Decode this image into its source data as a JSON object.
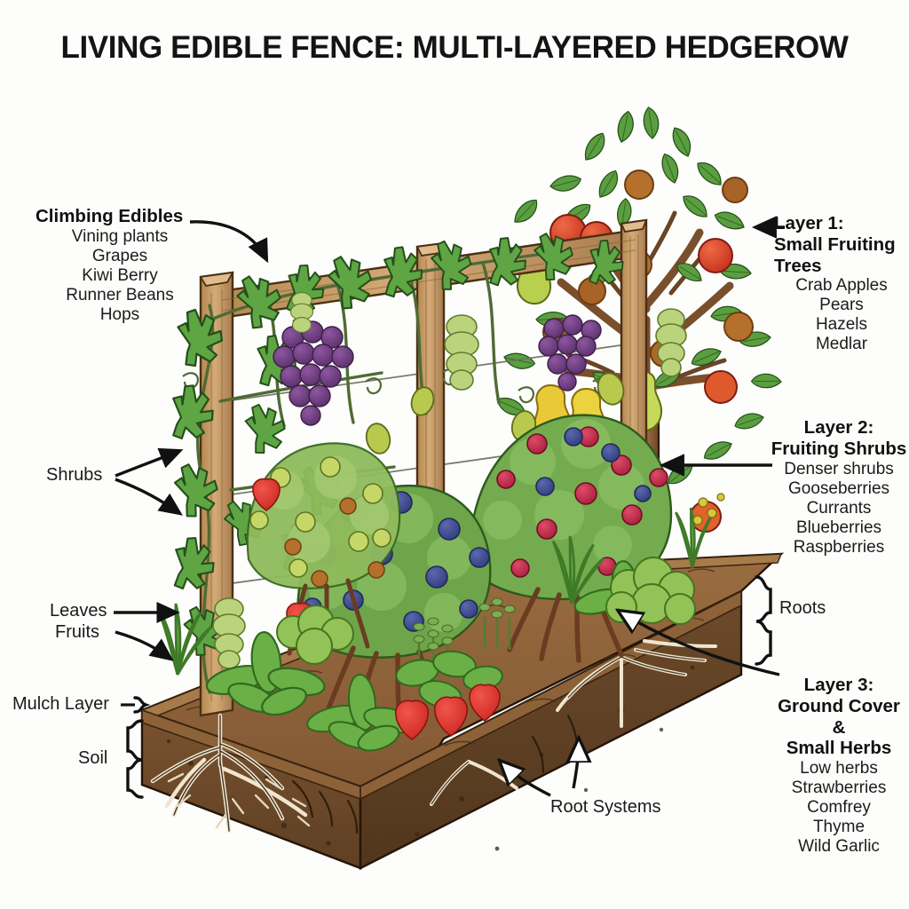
{
  "title": "LIVING EDIBLE FENCE: MULTI-LAYERED HEDGEROW",
  "palette": {
    "background": "#fdfdfb",
    "ink": "#141414",
    "soil": "#7a5230",
    "soil_front": "#6b4627",
    "soil_side": "#5c3b21",
    "mulch": "#8d6239",
    "mulch_light": "#a97c4c",
    "post_wood": "#c49a6c",
    "post_wood_dark": "#a87c4e",
    "leaf_green": "#5a9e3f",
    "leaf_dark": "#3c7a2a",
    "leaf_light": "#8cc26a",
    "grape_purple": "#6b3a7a",
    "hops_green": "#b6cf7a",
    "apple_red": "#d6402c",
    "pear_yellow": "#e8c93a",
    "pear_green": "#b9cf4e",
    "hazel_brown": "#b5702c",
    "blueberry": "#3d4a8f",
    "raspberry": "#c0284a",
    "strawberry": "#e0342f",
    "root_cream": "#e8dcc4",
    "trunk_brown": "#8a5a36"
  },
  "callouts": {
    "climbing": {
      "heading": "Climbing Edibles",
      "items": [
        "Vining plants",
        "Grapes",
        "Kiwi Berry",
        "Runner Beans",
        "Hops"
      ]
    },
    "layer1": {
      "heading_line1": "Layer 1:",
      "heading_line2": "Small Fruiting",
      "heading_line3": "Trees",
      "items": [
        "Crab Apples",
        "Pears",
        "Hazels",
        "Medlar"
      ]
    },
    "layer2": {
      "heading_line1": "Layer 2:",
      "heading_line2": "Fruiting Shrubs",
      "items": [
        "Denser shrubs",
        "Gooseberries",
        "Currants",
        "Blueberries",
        "Raspberries"
      ]
    },
    "layer3": {
      "heading_line1": "Layer 3:",
      "heading_line2": "Ground Cover &",
      "heading_line3": "Small Herbs",
      "items": [
        "Low herbs",
        "Strawberries",
        "Comfrey",
        "Thyme",
        "Wild Garlic"
      ]
    }
  },
  "labels": {
    "shrubs": "Shrubs",
    "leaves": "Leaves",
    "fruits": "Fruits",
    "mulch_layer": "Mulch Layer",
    "soil": "Soil",
    "roots": "Roots",
    "root_systems": "Root Systems"
  },
  "illustration": {
    "structure": "isometric raised soil bed with wooden trellis fence and a fruiting tree",
    "posts": 3,
    "wire_lines": 3,
    "plants": [
      "grape vine with purple grape bunches",
      "hop vines with green hop cones",
      "runner bean pods",
      "kiwi berry fruits",
      "fruit tree with crab apples, pears, hazels and medlars",
      "blueberry bush",
      "raspberry bush",
      "gooseberry / currant bush",
      "strawberry ground cover",
      "comfrey broad leaves",
      "thyme sprigs",
      "wild garlic clumps"
    ]
  }
}
